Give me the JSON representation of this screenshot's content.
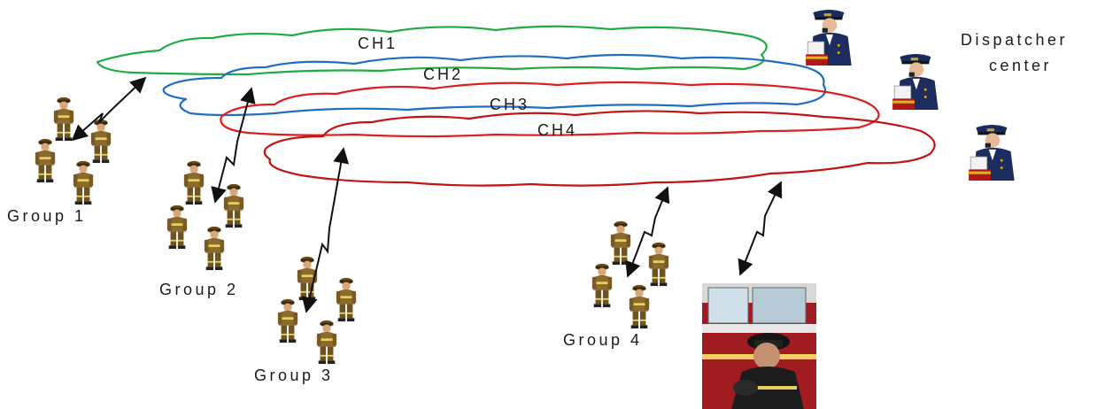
{
  "colors": {
    "ch1": "#22aa44",
    "ch2": "#1f6fc0",
    "ch3": "#dd1f1f",
    "ch4": "#c41515",
    "link": "#111111"
  },
  "channels": [
    {
      "label": "CH1"
    },
    {
      "label": "CH2"
    },
    {
      "label": "CH3"
    },
    {
      "label": "CH4"
    }
  ],
  "dispatcher": {
    "label_line1": "Dispatcher",
    "label_line2": "center",
    "icon": "dispatcher-officer-icon"
  },
  "groups": [
    {
      "label": "Group 1"
    },
    {
      "label": "Group 2"
    },
    {
      "label": "Group 3"
    },
    {
      "label": "Group 4"
    }
  ],
  "firefighter_icon": "firefighter-icon",
  "vehicle_icon": "fire-truck-firefighter-photo"
}
